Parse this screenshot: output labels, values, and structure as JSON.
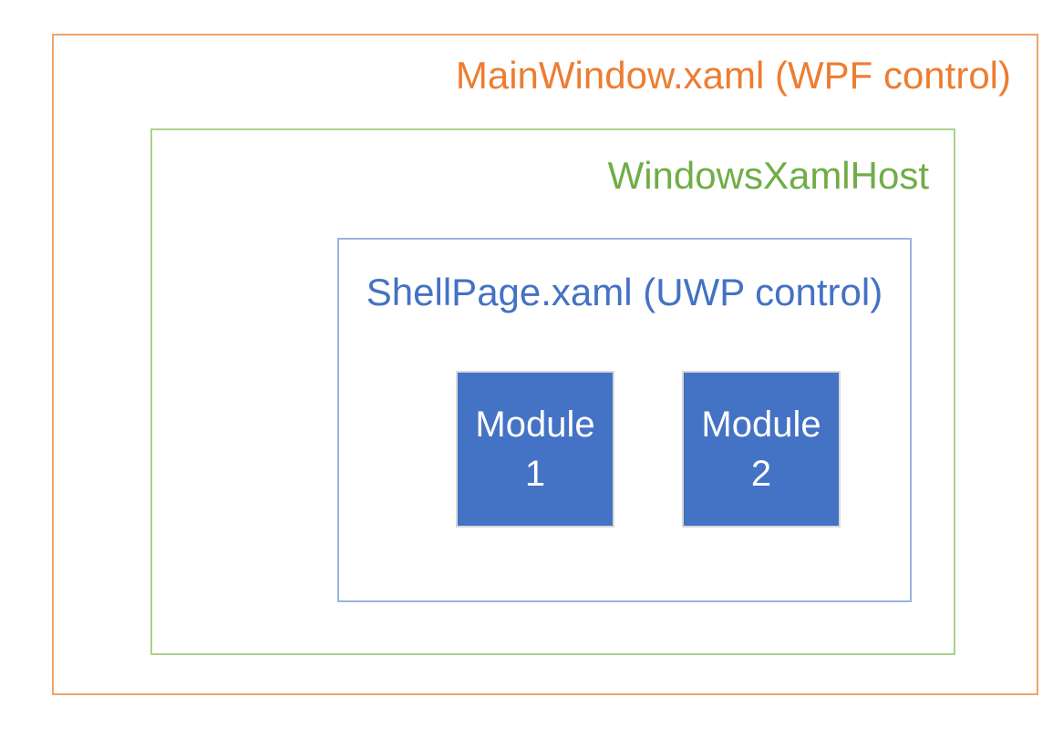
{
  "diagram": {
    "background": "#FFFFFF",
    "mainwindow": {
      "label": "MainWindow.xaml (WPF control)",
      "text_color": "#ED7D31",
      "border_color": "#F0A468"
    },
    "xamlhost": {
      "label": "WindowsXamlHost",
      "text_color": "#70AD47",
      "border_color": "#A9D18E"
    },
    "shellpage": {
      "label": "ShellPage.xaml (UWP control)",
      "text_color": "#4472C4",
      "border_color": "#9AB3DF"
    },
    "modules": {
      "fill": "#4472C4",
      "border_color": "#D9D9D9",
      "text_color": "#FFFFFF",
      "items": [
        {
          "name": "Module",
          "number": "1"
        },
        {
          "name": "Module",
          "number": "2"
        }
      ]
    }
  }
}
